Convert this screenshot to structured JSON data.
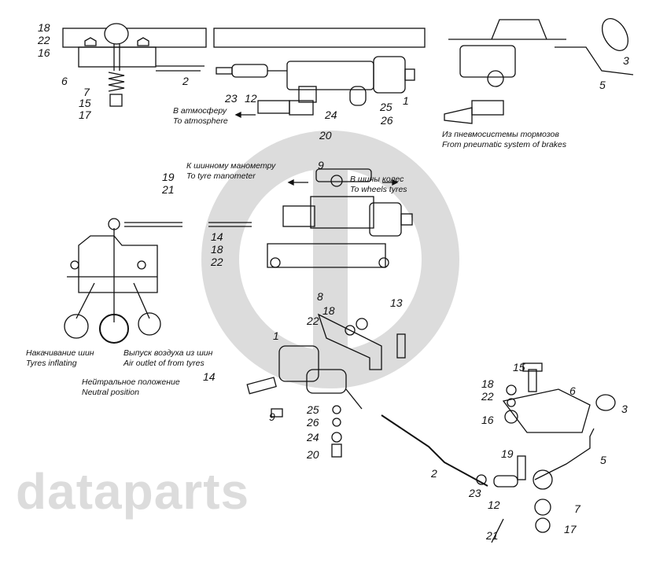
{
  "watermark": {
    "text": "dataparts",
    "color": "#d9d9d9"
  },
  "captions": {
    "atmosphere_ru": "В атмосферу",
    "atmosphere_en": "To atmosphere",
    "pneumatic_ru": "Из пневмосистемы тормозов",
    "pneumatic_en": "From pneumatic system of brakes",
    "manometer_ru": "К шинному манометру",
    "manometer_en": "To tyre manometer",
    "wheels_ru": "В шины колес",
    "wheels_en": "To wheels tyres",
    "inflating_ru": "Накачивание шин",
    "inflating_en": "Tyres inflating",
    "neutral_ru": "Нейтральное положение",
    "neutral_en": "Neutral position",
    "outlet_ru": "Выпуск воздуха из шин",
    "outlet_en": "Air outlet of from tyres"
  },
  "callouts": [
    "18",
    "22",
    "16",
    "6",
    "7",
    "15",
    "17",
    "2",
    "23",
    "12",
    "25",
    "1",
    "24",
    "26",
    "20",
    "3",
    "5",
    "9",
    "19",
    "21",
    "14",
    "18",
    "22",
    "13",
    "8",
    "22",
    "18",
    "1",
    "14",
    "9",
    "25",
    "26",
    "24",
    "20",
    "15",
    "18",
    "22",
    "6",
    "3",
    "16",
    "19",
    "5",
    "2",
    "23",
    "12",
    "7",
    "21",
    "17"
  ]
}
